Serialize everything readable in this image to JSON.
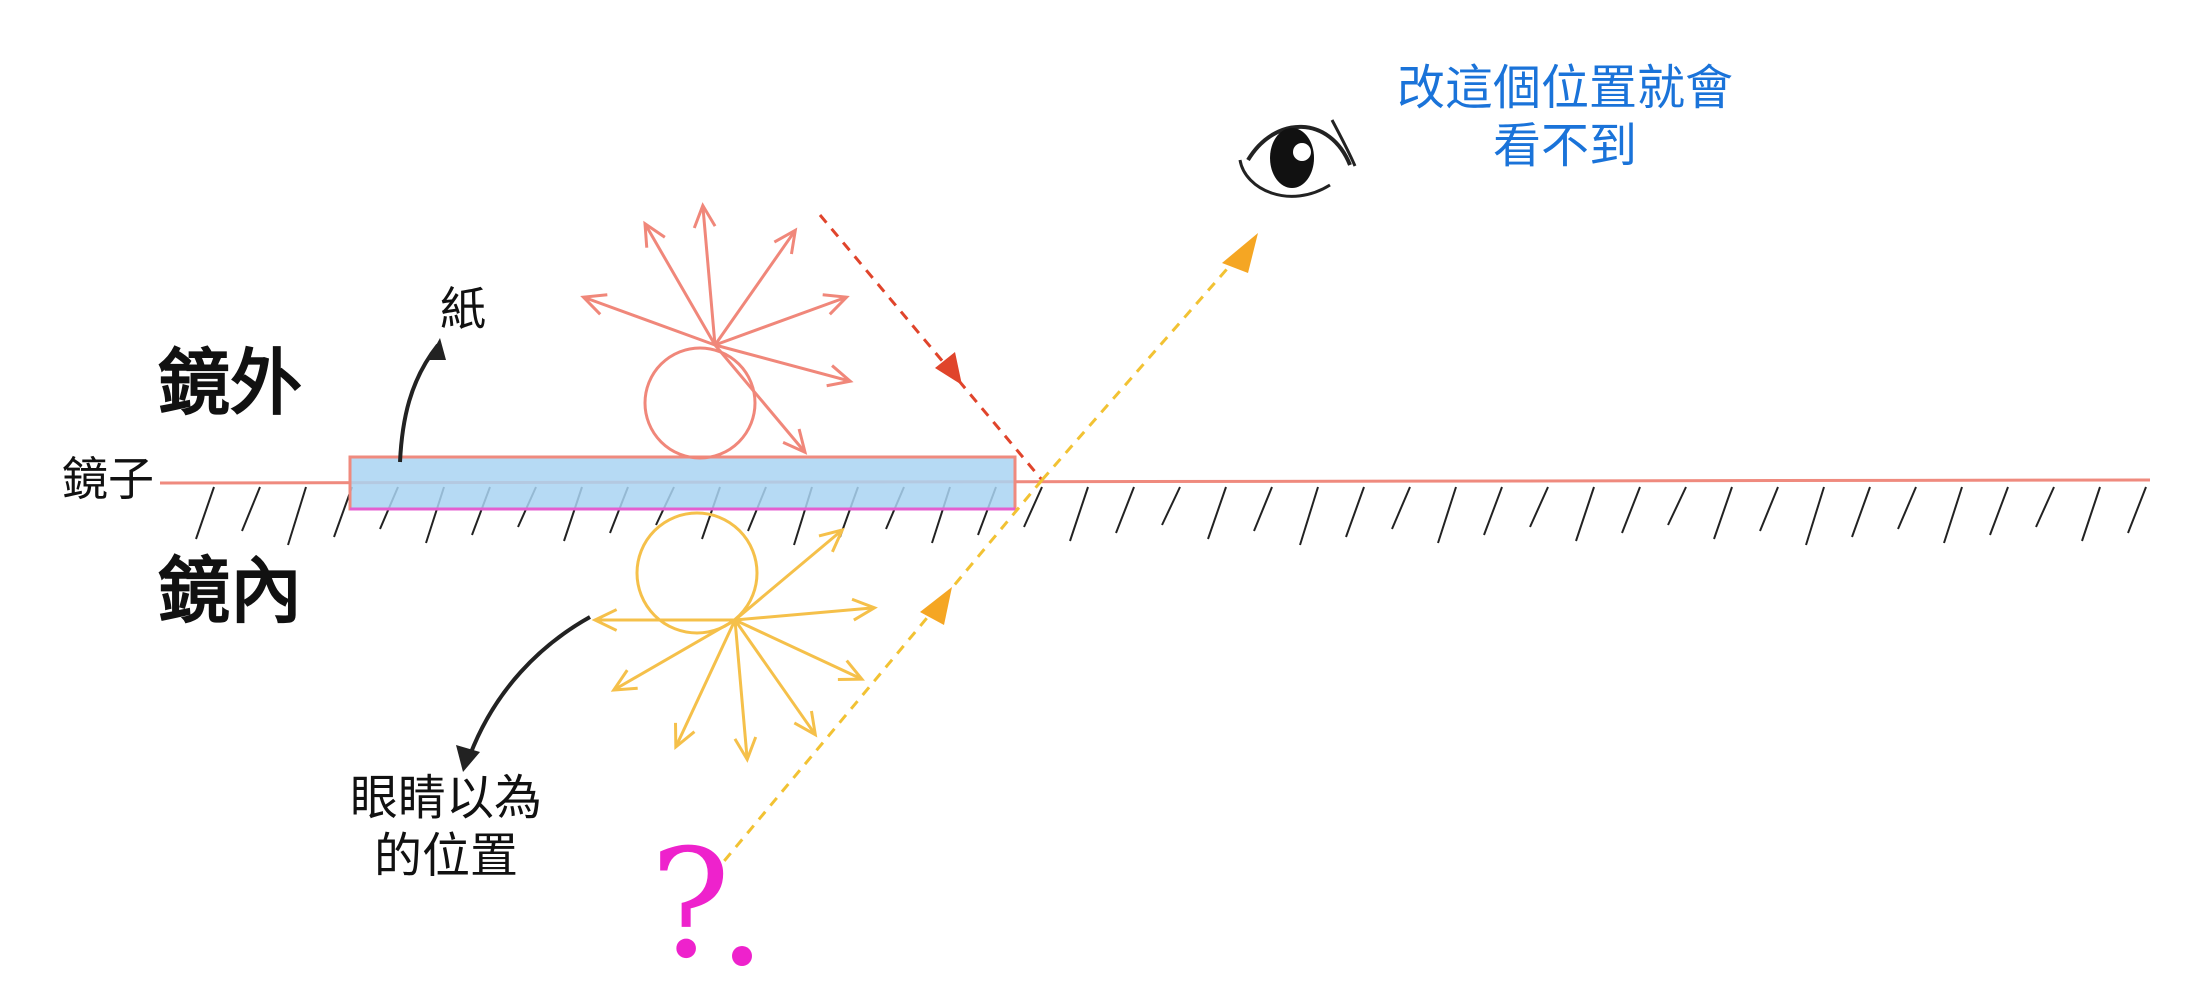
{
  "labels": {
    "outside_mirror": "鏡外",
    "inside_mirror": "鏡內",
    "mirror": "鏡子",
    "paper": "紙",
    "perceived_position": "眼睛以為\n的位置",
    "move_position_note": "改這個位置就會\n看不到",
    "question_mark": "?"
  },
  "colors": {
    "mirror_line": "#ef8a7e",
    "real_object": "#f0877a",
    "virtual_image": "#f5c04a",
    "paper_fill": "#a9d3f2",
    "paper_border": "#e45fd0",
    "incident_ray": "#e0442b",
    "reflected_ray": "#f2c233",
    "arrow_head": "#f5a623",
    "note_text": "#1a73d9",
    "question_mark": "#ee22cc"
  },
  "icons": [
    "eye-icon",
    "curved-arrow-icon"
  ]
}
